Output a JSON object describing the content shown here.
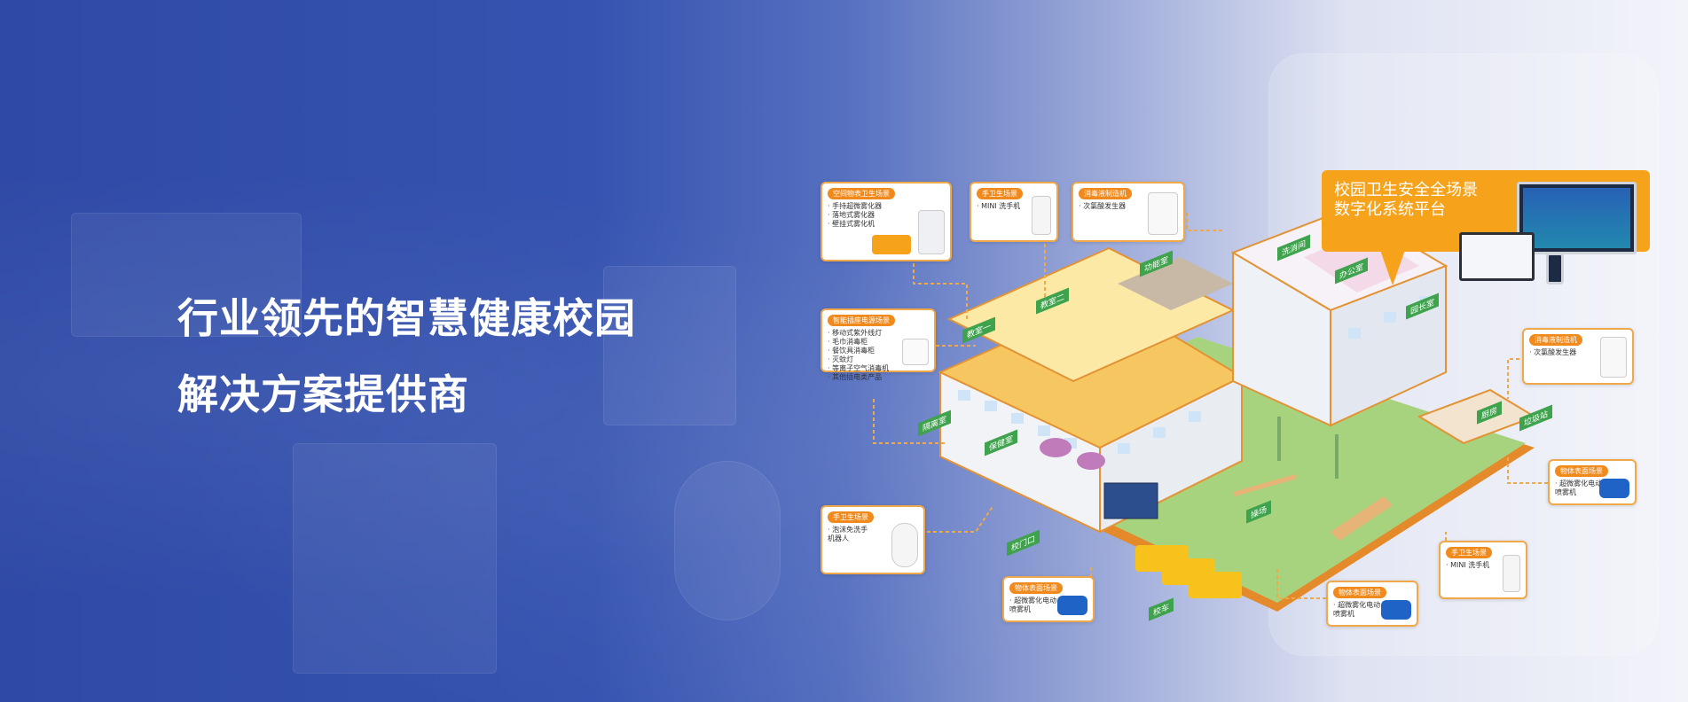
{
  "hero": {
    "headline_line1": "行业领先的智慧健康校园",
    "headline_line2": "解决方案提供商"
  },
  "platform": {
    "title_line1": "校园卫生安全全场景",
    "title_line2": "数字化系统平台"
  },
  "callouts": {
    "space_disinfect": {
      "tag": "空间物表卫生场景",
      "lines": [
        "· 手持超微雾化器",
        "· 落地式雾化器",
        "· 壁挂式雾化机"
      ]
    },
    "hand_hygiene_top": {
      "tag": "手卫生场景",
      "lines": [
        "· MINI 洗手机"
      ]
    },
    "disinfectant_top": {
      "tag": "消毒液制造机",
      "lines": [
        "· 次氯酸发生器"
      ]
    },
    "smart_socket": {
      "tag": "智能插座电源场景",
      "lines": [
        "· 移动式紫外线灯",
        "· 毛巾消毒柜",
        "· 餐饮具消毒柜",
        "· 灭蚊灯",
        "· 等离子空气消毒机",
        "· 其他插电类产品"
      ]
    },
    "hand_hygiene_left": {
      "tag": "手卫生场景",
      "lines": [
        "· 泡沫免洗手",
        "  机器人"
      ]
    },
    "disinfectant_right": {
      "tag": "消毒液制造机",
      "lines": [
        "· 次氯酸发生器"
      ]
    },
    "object_right": {
      "tag": "物体表面场景",
      "lines": [
        "· 超微雾化电动",
        "  喷雾机"
      ]
    },
    "hand_hygiene_right": {
      "tag": "手卫生场景",
      "lines": [
        "· MINI 洗手机"
      ]
    },
    "object_bottom_left": {
      "tag": "物体表面场景",
      "lines": [
        "· 超微雾化电动",
        "  喷雾机"
      ]
    },
    "object_bottom_mid": {
      "tag": "物体表面场景",
      "lines": [
        "· 超微雾化电动",
        "  喷雾机"
      ]
    }
  },
  "rooms": {
    "classroom1": "教室一",
    "classroom2": "教室二",
    "function_room": "功能室",
    "disinfection_room": "洗消间",
    "office": "办公室",
    "principal": "园长室",
    "isolation": "隔离室",
    "health_room": "保健室",
    "kitchen": "厨房",
    "garbage": "垃圾站",
    "gate": "校门口",
    "playground": "操场",
    "bus": "校车"
  },
  "colors": {
    "accent_orange": "#f7a21b",
    "label_green": "#3fa34d",
    "bg_blue": "#2f4aa6"
  }
}
